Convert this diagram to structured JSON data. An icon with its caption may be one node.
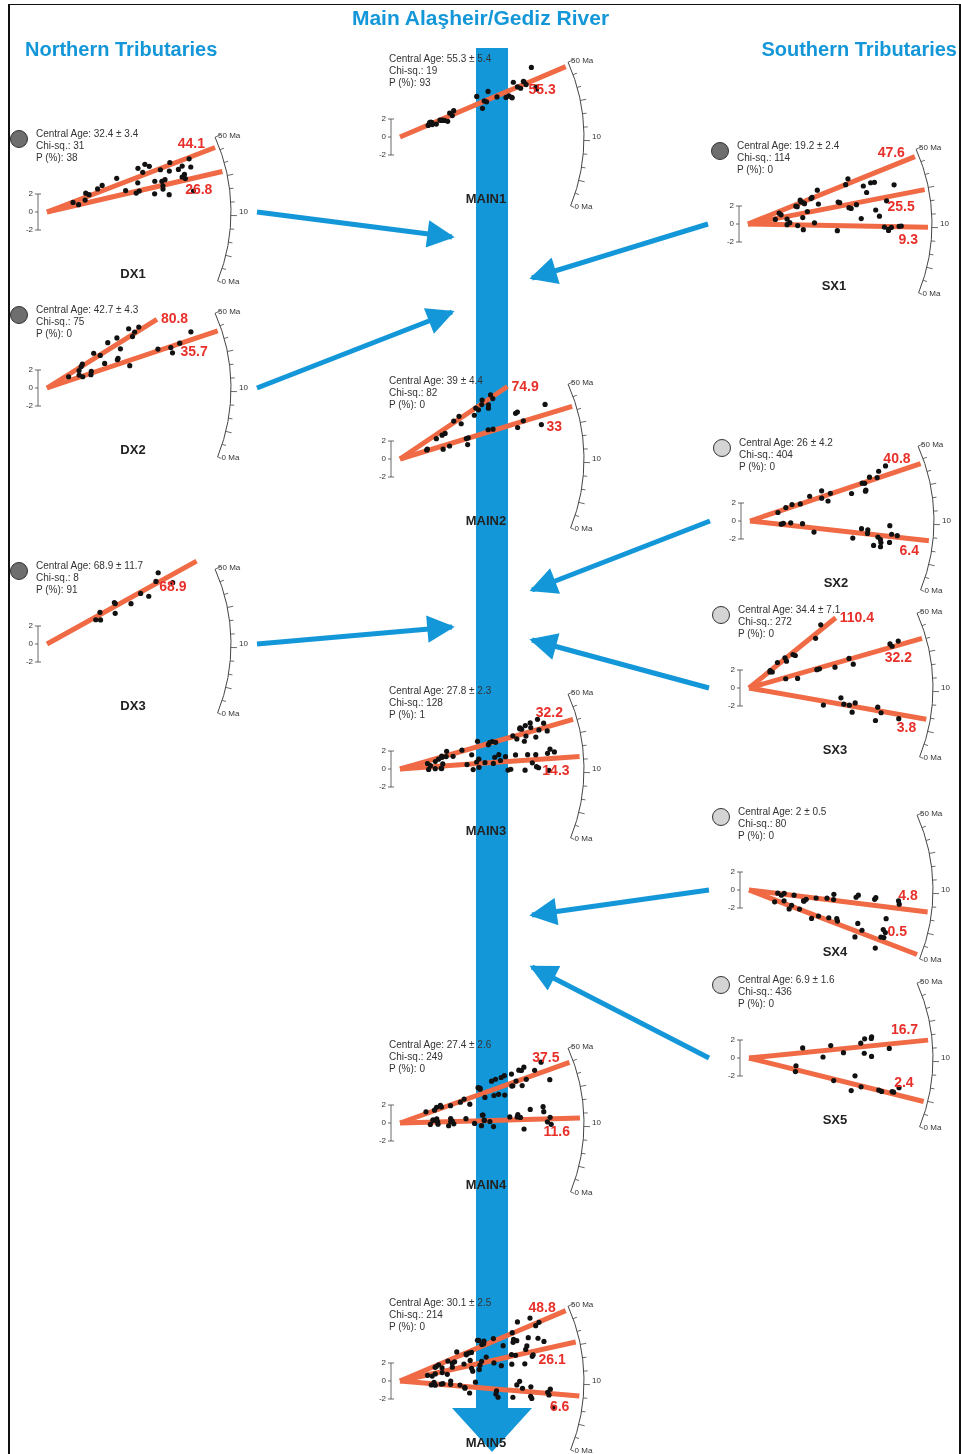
{
  "diagram": {
    "title": "Main Alaşheir/Gediz River",
    "nodes": [
      {
        "text": [],
        "shape": "arrow"
      },
      {
        "text": [
          "Central Age: 55.3 ± 5.4",
          "Chi-sq.: 19",
          "P (%): 93",
          "55.3",
          "50 Ma",
          "10",
          "0 Ma",
          "2",
          "0",
          "-2",
          "MAIN1"
        ]
      },
      {
        "text": [
          "Central Age: 32.4 ± 3.4",
          "Chi-sq.: 31",
          "P (%): 38",
          "44.1",
          "26.8",
          "50 Ma",
          "10",
          "0 Ma",
          "2",
          "0",
          "-2",
          "DX1"
        ]
      },
      {
        "text": [
          "Central Age: 19.2 ± 2.4",
          "Chi-sq.: 114",
          "P (%): 0",
          "47.6",
          "25.5",
          "9.3",
          "50 Ma",
          "10",
          "0 Ma",
          "2",
          "0",
          "-2",
          "SX1"
        ]
      },
      {
        "text": [
          "Central Age: 42.7 ± 4.3",
          "Chi-sq.: 75",
          "P (%): 0",
          "80.8",
          "35.7",
          "50 Ma",
          "10",
          "0 Ma",
          "2",
          "0",
          "-2",
          "DX2"
        ]
      },
      {
        "text": [
          "Central Age: 39 ± 4.4",
          "Chi-sq.: 82",
          "P (%): 0",
          "74.9",
          "33",
          "50 Ma",
          "10",
          "0 Ma",
          "2",
          "0",
          "-2",
          "MAIN2"
        ]
      },
      {
        "text": [
          "Central Age: 26 ± 4.2",
          "Chi-sq.: 404",
          "P (%): 0",
          "40.8",
          "6.4",
          "50 Ma",
          "10",
          "0 Ma",
          "2",
          "0",
          "-2",
          "SX2"
        ]
      },
      {
        "text": [
          "Central Age: 68.9 ± 11.7",
          "Chi-sq.: 8",
          "P (%): 91",
          "68.9",
          "50 Ma",
          "10",
          "0 Ma",
          "2",
          "0",
          "-2",
          "DX3"
        ]
      },
      {
        "text": [
          "Central Age: 34.4 ± 7.1",
          "Chi-sq.: 272",
          "P (%): 0",
          "110.4",
          "32.2",
          "3.8",
          "50 Ma",
          "10",
          "0 Ma",
          "2",
          "0",
          "-2",
          "SX3"
        ]
      },
      {
        "text": [
          "Central Age: 27.8 ± 2.3",
          "Chi-sq.: 128",
          "P (%): 1",
          "32.2",
          "14.3",
          "50 Ma",
          "10",
          "0 Ma",
          "2",
          "0",
          "-2",
          "MAIN3"
        ]
      },
      {
        "text": [
          "Central Age: 2 ± 0.5",
          "Chi-sq.: 80",
          "P (%): 0",
          "4.8",
          "0.5",
          "50 Ma",
          "10",
          "0 Ma",
          "2",
          "0",
          "-2",
          "SX4"
        ]
      },
      {
        "text": [
          "Central Age: 6.9 ± 1.6",
          "Chi-sq.: 436",
          "P (%): 0",
          "16.7",
          "2.4",
          "50 Ma",
          "10",
          "0 Ma",
          "2",
          "0",
          "-2",
          "SX5"
        ]
      },
      {
        "text": [
          "Central Age: 27.4 ± 2.6",
          "Chi-sq.: 249",
          "P (%): 0",
          "37.5",
          "11.6",
          "50 Ma",
          "10",
          "0 Ma",
          "2",
          "0",
          "-2",
          "MAIN4"
        ]
      },
      {
        "text": [
          "Central Age: 30.1 ± 2.5",
          "Chi-sq.: 214",
          "P (%): 0",
          "48.8",
          "26.1",
          "6.6",
          "50 Ma",
          "10",
          "0 Ma",
          "2",
          "0",
          "-2",
          "MAIN5"
        ]
      }
    ],
    "edges": [
      {
        "from": 2,
        "to": 0,
        "arrow": "to"
      },
      {
        "from": 3,
        "to": 0,
        "arrow": "to"
      },
      {
        "from": 4,
        "to": 0,
        "arrow": "to"
      },
      {
        "from": 6,
        "to": 0,
        "arrow": "to"
      },
      {
        "from": 7,
        "to": 0,
        "arrow": "to"
      },
      {
        "from": 8,
        "to": 0,
        "arrow": "to"
      },
      {
        "from": 10,
        "to": 0,
        "arrow": "to"
      },
      {
        "from": 11,
        "to": 0,
        "arrow": "to"
      }
    ],
    "labels": [
      "Northern Tributaries",
      "Southern Tributaries"
    ]
  }
}
